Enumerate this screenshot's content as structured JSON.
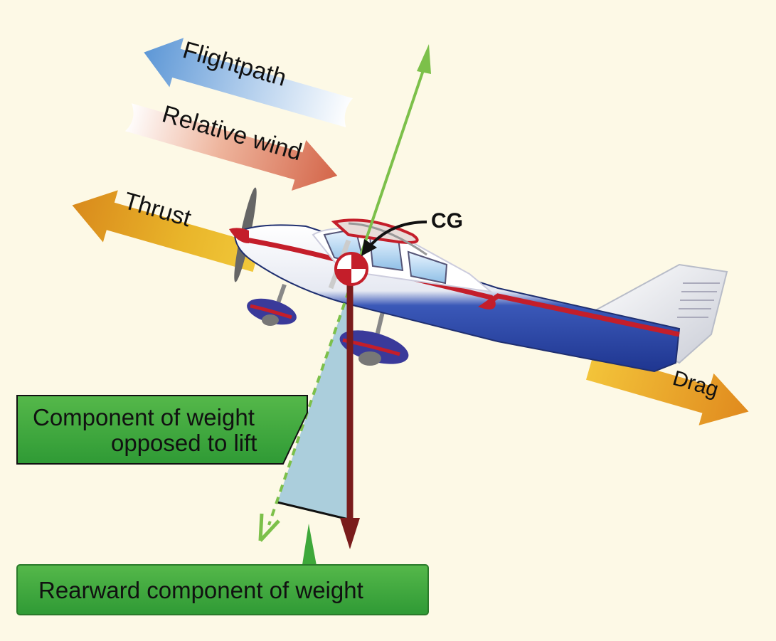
{
  "labels": {
    "flightpath": "Flightpath",
    "relative_wind": "Relative wind",
    "thrust": "Thrust",
    "drag": "Drag",
    "cg": "CG",
    "component_line1": "Component of weight",
    "component_line2": "opposed to lift",
    "rearward": "Rearward component of weight"
  },
  "colors": {
    "background": "#fdf9e6",
    "flightpath_arrow": "#6a9fd8",
    "relative_wind_arrow": "#d9775a",
    "thrust_drag_arrow": "#e0a020",
    "lift_vector": "#7cc04a",
    "weight_vector": "#7a1c1c",
    "component_area": "#a7cbdb",
    "label_box": "#3ea83a",
    "aircraft_body": "#2b4aa8",
    "aircraft_stripe": "#c41e2a"
  },
  "icons": {
    "cg_marker": "center-of-gravity-symbol"
  }
}
